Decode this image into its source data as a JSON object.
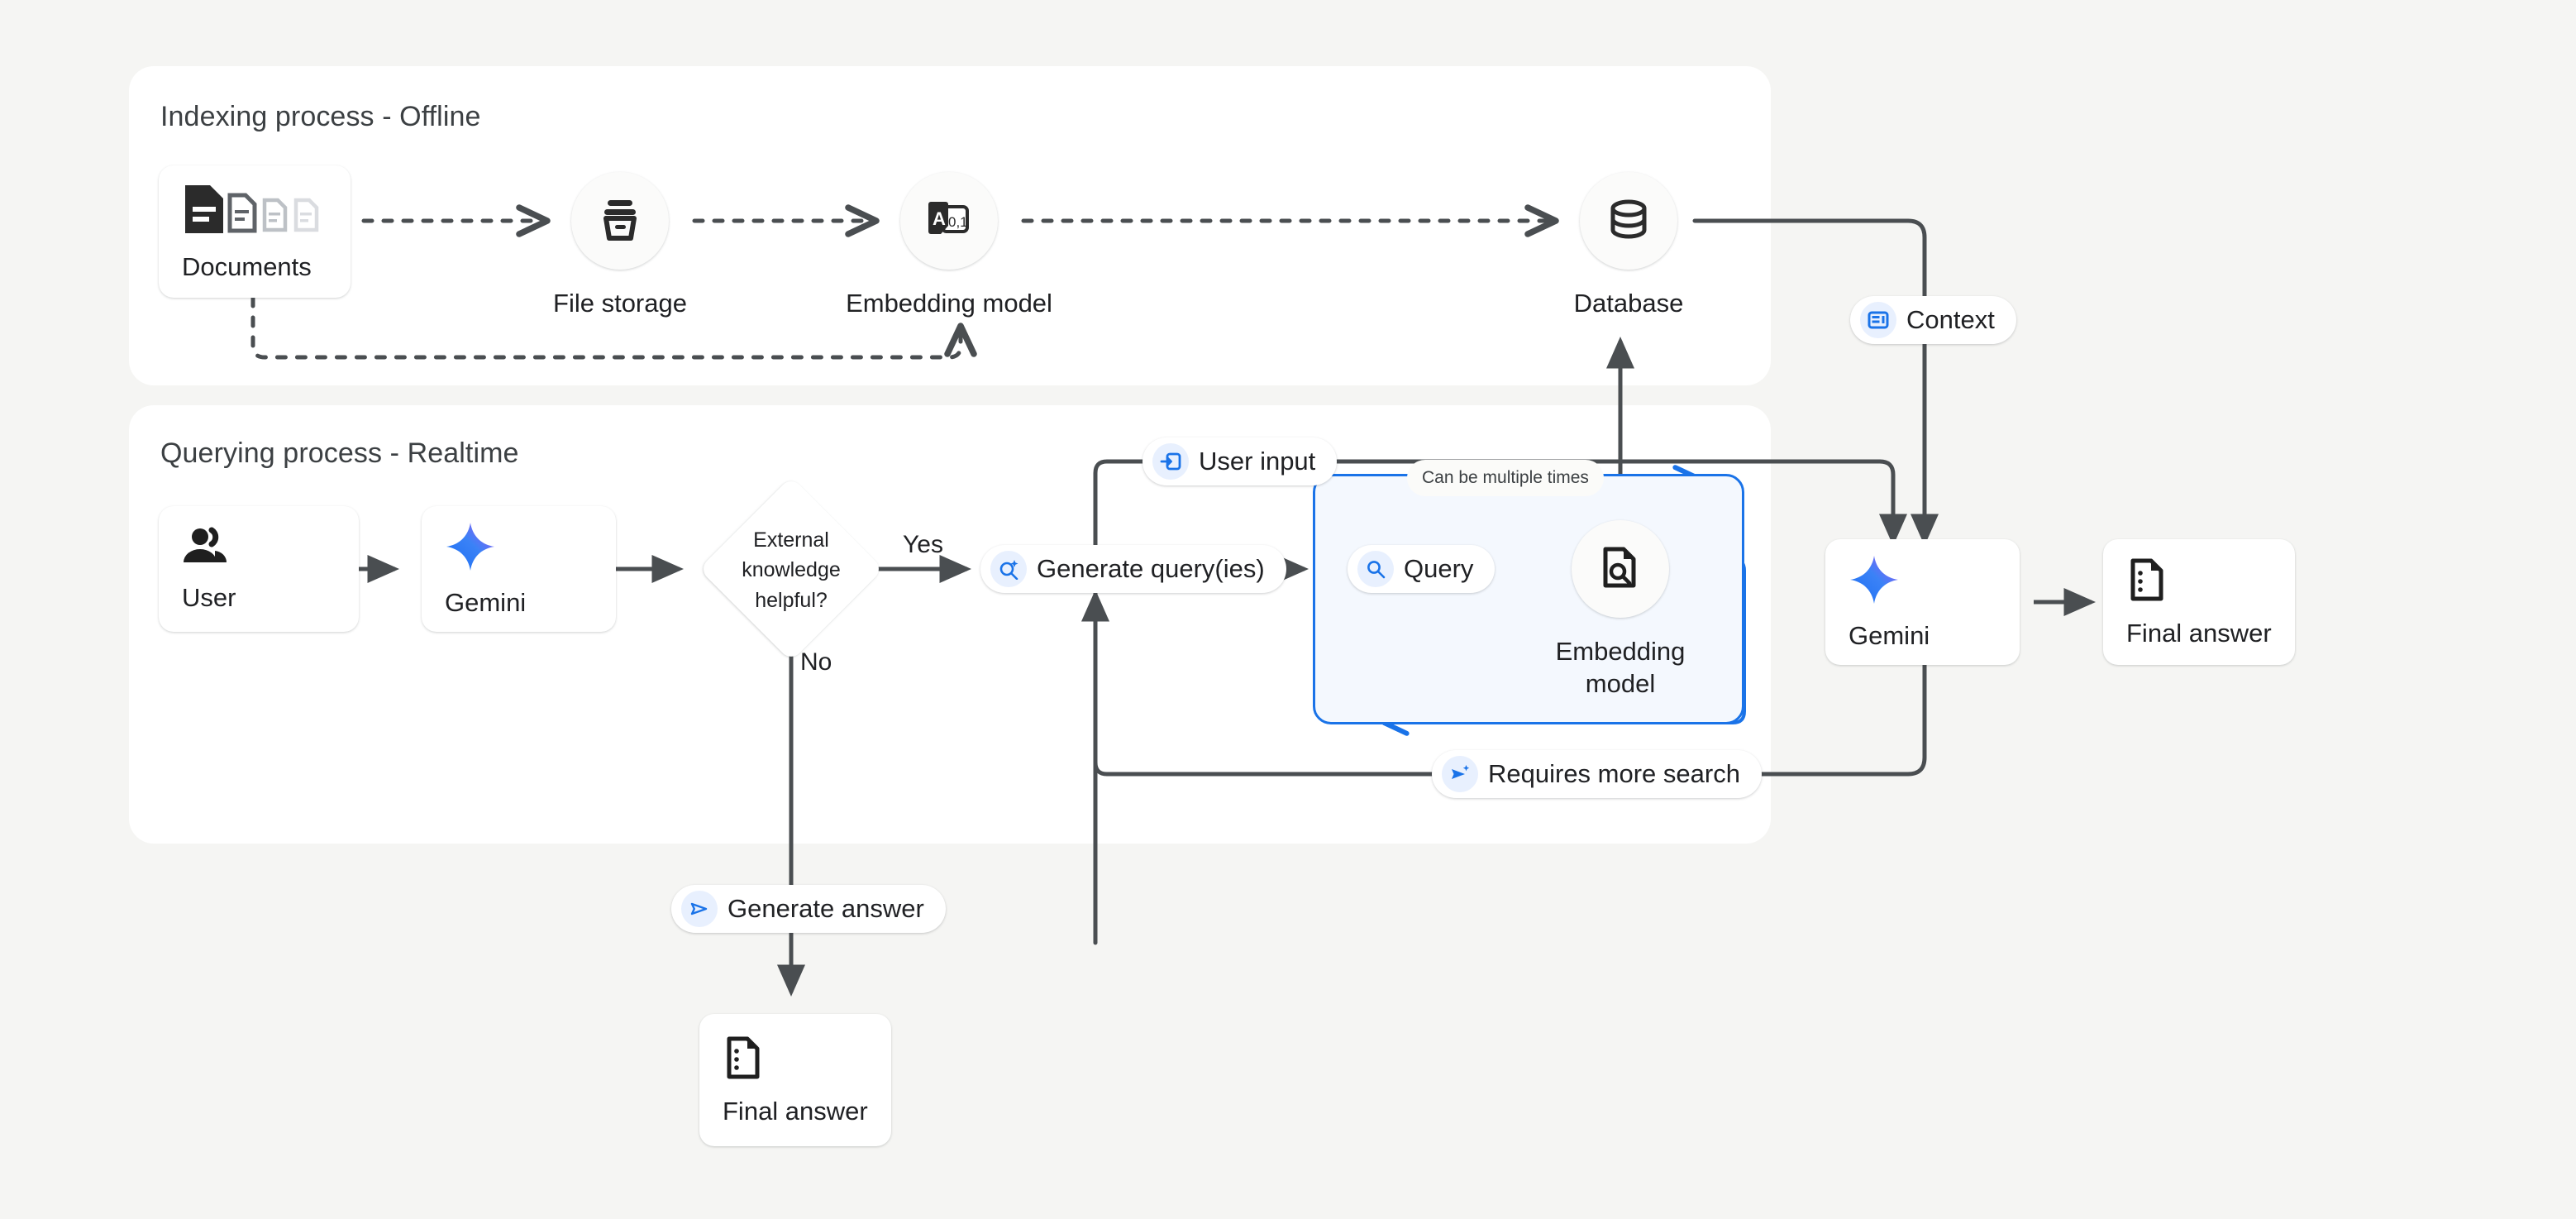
{
  "theme": {
    "page_bg": "#f5f5f3",
    "panel_bg": "#ffffff",
    "accent_blue": "#1a73e8",
    "badge_bg": "#e8f0fe",
    "line": "#4a4e51",
    "text": "#202124"
  },
  "panels": [
    {
      "title": "Indexing process - Offline"
    },
    {
      "title": "Querying process - Realtime"
    }
  ],
  "indexing": {
    "documents": {
      "label": "Documents",
      "icon": "documents-icon"
    },
    "file_storage": {
      "label": "File storage",
      "icon": "file-storage-icon"
    },
    "embedding_model": {
      "label": "Embedding model",
      "icon": "embedding-model-icon",
      "icon_text": "A 0,1"
    },
    "database": {
      "label": "Database",
      "icon": "database-icon"
    }
  },
  "querying": {
    "user": {
      "label": "User",
      "icon": "user-icon"
    },
    "gemini_first": {
      "label": "Gemini",
      "icon": "gemini-sparkle-icon"
    },
    "decision": {
      "text": "External knowledge helpful?",
      "line1": "External",
      "line2": "knowledge",
      "line3": "helpful?"
    },
    "branch_yes": "Yes",
    "branch_no": "No",
    "generate_queries": {
      "label": "Generate query(ies)",
      "icon": "search-sparkle-icon"
    },
    "query": {
      "label": "Query",
      "icon": "search-icon"
    },
    "embedding_model": {
      "label_line1": "Embedding",
      "label_line2": "model",
      "icon": "document-search-icon"
    },
    "loop_note": "Can be multiple times",
    "user_input": {
      "label": "User input",
      "icon": "input-login-icon"
    },
    "requires_more_search": {
      "label": "Requires more search",
      "icon": "send-sparkle-icon"
    },
    "context": {
      "label": "Context",
      "icon": "context-panel-icon"
    },
    "gemini_second": {
      "label": "Gemini",
      "icon": "gemini-sparkle-icon"
    },
    "final_answer_right": {
      "label": "Final answer",
      "icon": "final-answer-icon"
    },
    "generate_answer": {
      "label": "Generate answer",
      "icon": "send-icon"
    },
    "final_answer_bottom": {
      "label": "Final answer",
      "icon": "final-answer-icon"
    }
  }
}
